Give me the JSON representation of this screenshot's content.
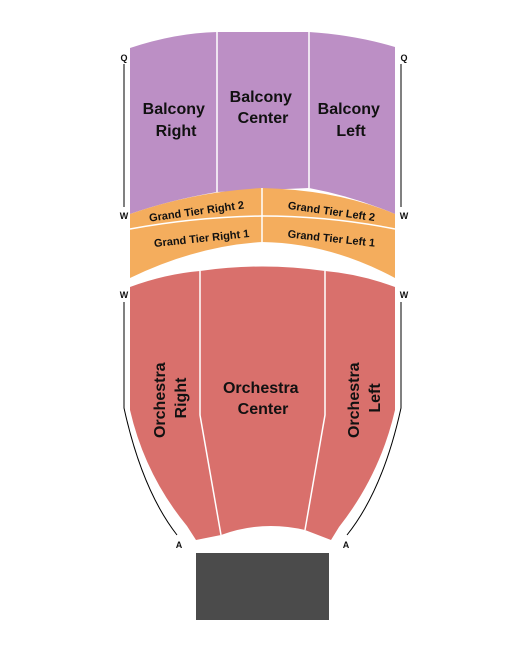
{
  "colors": {
    "balcony": "#bc8fc5",
    "grand_tier": "#f4ad5d",
    "orchestra": "#d9706c",
    "stage": "#4b4b4b",
    "divider": "#ffffff",
    "row_line": "#000000"
  },
  "sections": {
    "balcony_right": {
      "line1": "Balcony",
      "line2": "Right"
    },
    "balcony_center": {
      "line1": "Balcony",
      "line2": "Center"
    },
    "balcony_left": {
      "line1": "Balcony",
      "line2": "Left"
    },
    "grand_tier_right_2": {
      "label": "Grand Tier Right 2"
    },
    "grand_tier_left_2": {
      "label": "Grand Tier Left 2"
    },
    "grand_tier_right_1": {
      "label": "Grand Tier Right 1"
    },
    "grand_tier_left_1": {
      "label": "Grand Tier Left 1"
    },
    "orchestra_right": {
      "line1": "Orchestra",
      "line2": "Right"
    },
    "orchestra_center": {
      "line1": "Orchestra",
      "line2": "Center"
    },
    "orchestra_left": {
      "line1": "Orchestra",
      "line2": "Left"
    }
  },
  "row_markers": {
    "balcony_left_top": "Q",
    "balcony_right_top": "Q",
    "balcony_left_bottom": "W",
    "balcony_right_bottom": "W",
    "orchestra_left_top": "W",
    "orchestra_right_top": "W",
    "orchestra_left_bottom": "A",
    "orchestra_right_bottom": "A"
  }
}
